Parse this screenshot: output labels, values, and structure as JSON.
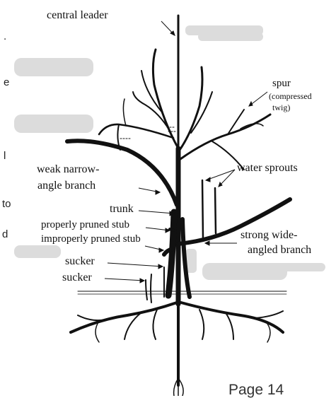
{
  "labels": {
    "central_leader": "central leader",
    "spur": "spur",
    "spur_note_1": "(compressed",
    "spur_note_2": "twig)",
    "water_sprouts": "water sprouts",
    "weak_branch_1": "weak narrow-",
    "weak_branch_2": "angle branch",
    "trunk": "trunk",
    "properly_pruned_stub": "properly pruned stub",
    "improperly_pruned_stub": "improperly pruned stub",
    "strong_branch_1": "strong wide-",
    "strong_branch_2": "angled branch",
    "sucker_1": "sucker",
    "sucker_2": "sucker"
  },
  "side_text": {
    "frag_1": ".",
    "frag_2": "e",
    "frag_3": "l",
    "frag_4": "to",
    "frag_5": "d"
  },
  "footer": {
    "page_label": "Page 14"
  },
  "colors": {
    "ink": "#111111",
    "redaction": "#dcdcdc"
  }
}
